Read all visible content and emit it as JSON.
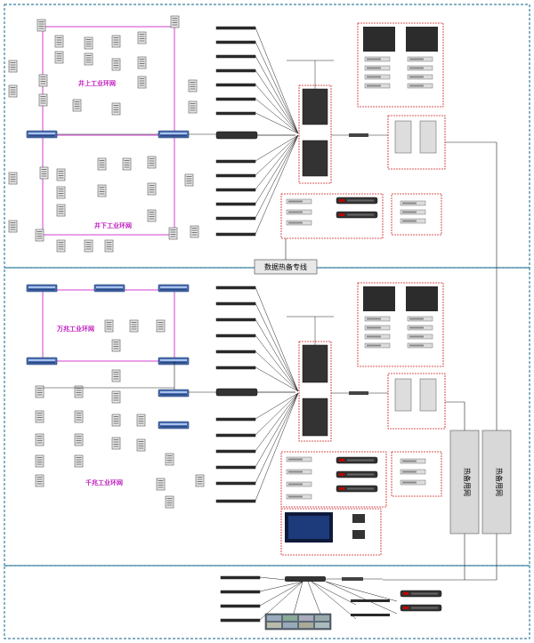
{
  "regions": {
    "upper_ring_top": "井上工业环网",
    "upper_ring_bottom": "井下工业环网",
    "middle_ring_top": "万兆工业环网",
    "middle_ring_bottom": "千兆工业环网"
  },
  "center_link_label": "数据热备专线",
  "right_columns": [
    "热备用网",
    "热备用网"
  ],
  "colors": {
    "dashed_border": "#3a7fa0",
    "ring_line": "#d040d0",
    "red_box": "#d02020",
    "connector": "#222222"
  }
}
